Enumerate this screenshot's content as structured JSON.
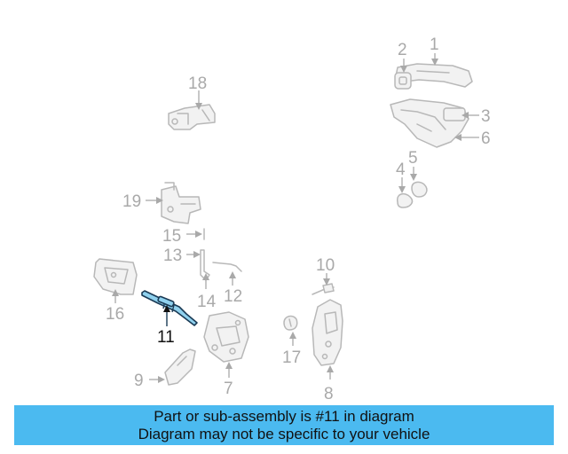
{
  "labels": {
    "p1": "1",
    "p2": "2",
    "p3": "3",
    "p4": "4",
    "p5": "5",
    "p6": "6",
    "p7": "7",
    "p8": "8",
    "p9": "9",
    "p10": "10",
    "p11": "11",
    "p12": "12",
    "p13": "13",
    "p14": "14",
    "p15": "15",
    "p16": "16",
    "p17": "17",
    "p18": "18",
    "p19": "19"
  },
  "highlighted_part": "11",
  "banner": {
    "line1": "Part or sub-assembly is #11 in diagram",
    "line2": "Diagram may not be specific to your vehicle"
  },
  "colors": {
    "banner_bg": "#4bbaf0",
    "highlight_fill": "#8fd1ee",
    "highlight_stroke": "#1a3a55",
    "part_stroke": "#b8b8b8"
  }
}
